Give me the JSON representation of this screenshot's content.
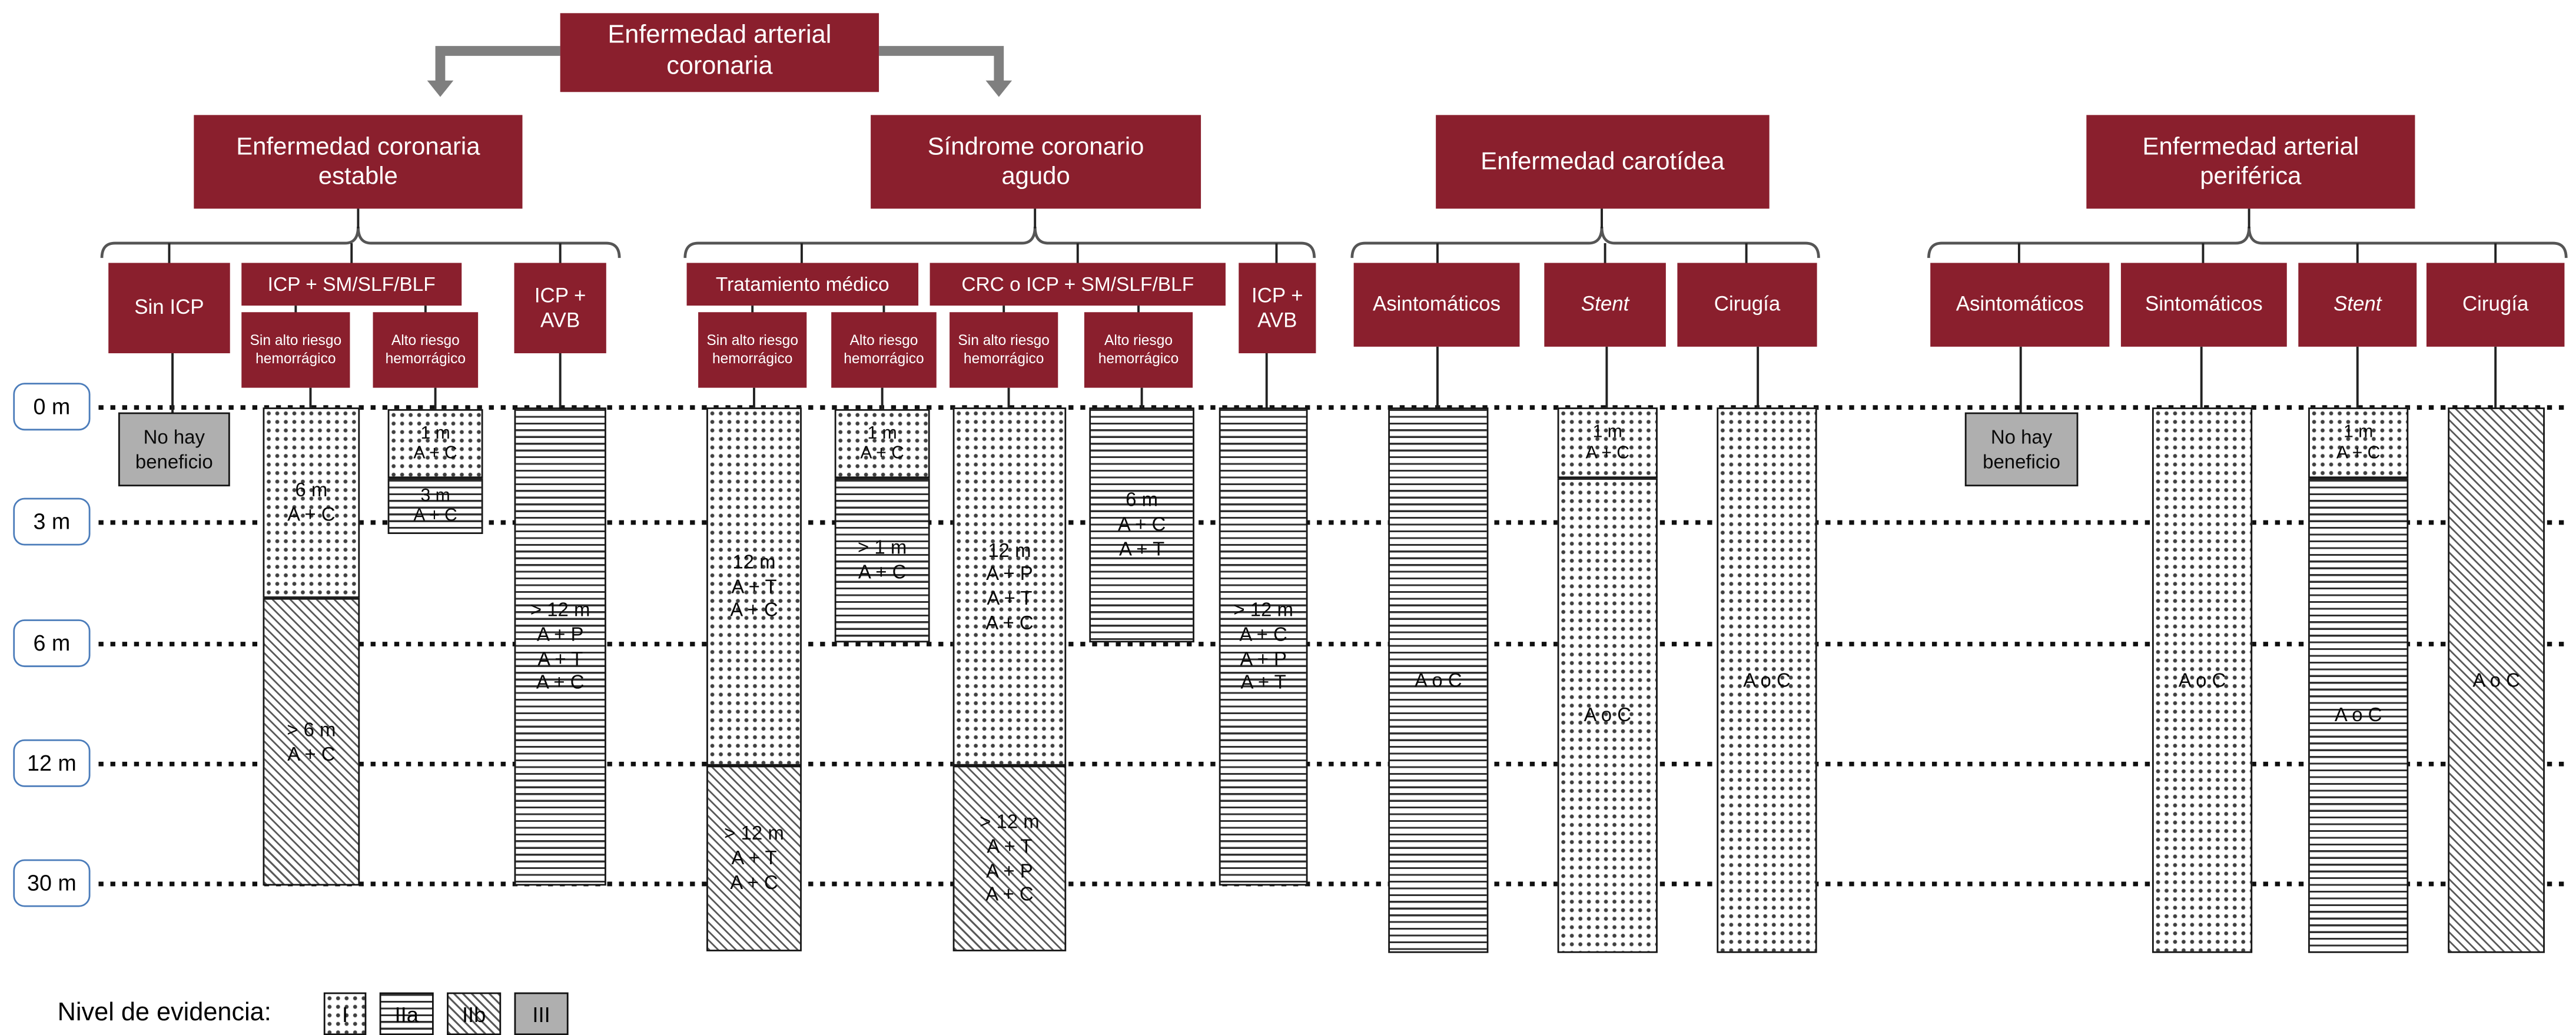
{
  "colors": {
    "maroon": "#8A1F2D",
    "level_iii_gray": "#AFAFAF",
    "timeline_border": "#4B7CBA"
  },
  "root": {
    "label": "Enfermedad arterial\ncoronaria"
  },
  "cats": {
    "estable": "Enfermedad coronaria\nestable",
    "sca": "Síndrome coronario\nagudo",
    "car": "Enfermedad carotídea",
    "per": "Enfermedad arterial\nperiférica"
  },
  "nodes": {
    "sin_icp": "Sin ICP",
    "icp_sm": "ICP + SM/SLF/BLF",
    "icp_avb": "ICP +\nAVB",
    "trat_med": "Tratamiento médico",
    "crc_icp": "CRC o ICP + SM/SLF/BLF",
    "asint": "Asintomáticos",
    "sint": "Sintomáticos",
    "stent": "Stent",
    "cirugia": "Cirugía",
    "sin_riesgo": "Sin alto riesgo\nhemorrágico",
    "alto_riesgo": "Alto riesgo\nhemorrágico"
  },
  "cols": {
    "no_benefit": "No hay\nbeneficio",
    "est_nr_a": "6 m\nA + C",
    "est_nr_b": "> 6 m\nA + C",
    "est_ar_a": "1 m\nA + C",
    "est_ar_b": "3 m\nA + C",
    "est_avb": "> 12 m\nA + P\nA + T\nA + C",
    "sca_tm_nr_a": "12 m\nA + T\nA + C",
    "sca_tm_nr_b": "> 12 m\nA + T\nA + C",
    "one_m": "1 m\nA + C",
    "sca_tm_ar_b": "> 1 m\nA + C",
    "sca_crc_nr_a": "12 m\nA + P\nA + T\nA + C",
    "sca_crc_nr_b": "> 12 m\nA + T\nA + P\nA + C",
    "sca_crc_ar": "6 m\nA + C\nA + T",
    "sca_avb": "> 12 m\nA + C\nA + P\nA + T",
    "a_o_c": "A o C"
  },
  "timeline": [
    "0 m",
    "3 m",
    "6 m",
    "12 m",
    "30 m"
  ],
  "legend": {
    "title": "Nivel de evidencia:",
    "l1": "I",
    "l2a": "IIa",
    "l2b": "IIb",
    "l3": "III"
  }
}
